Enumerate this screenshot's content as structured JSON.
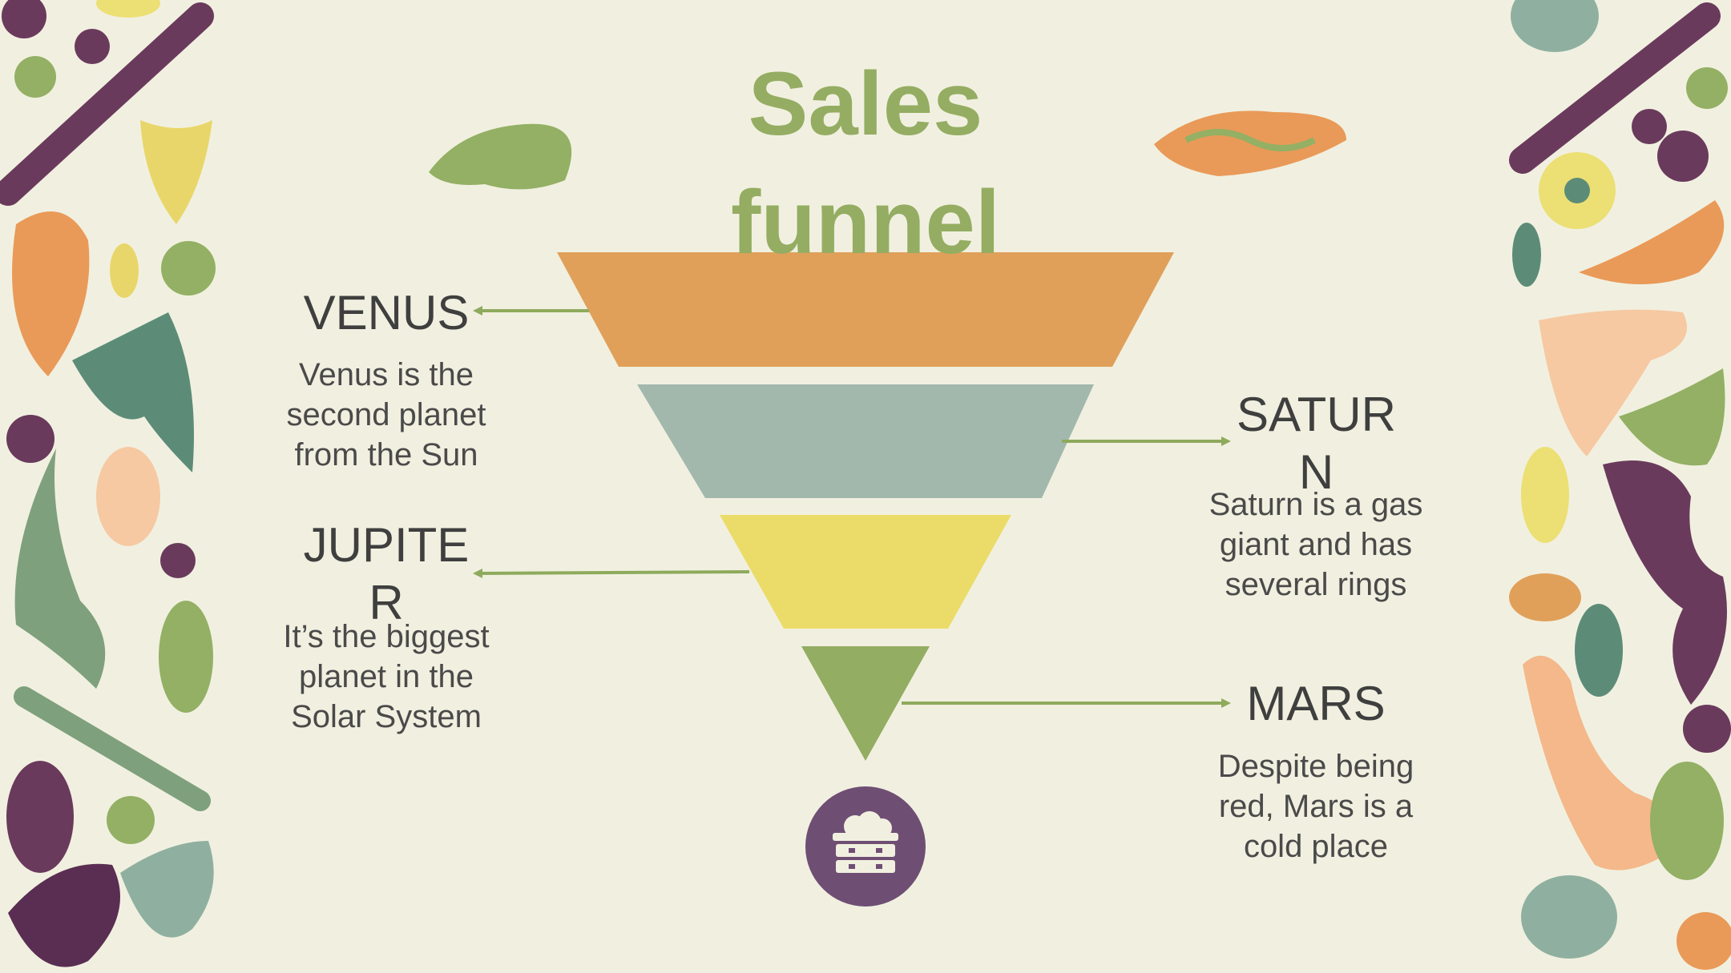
{
  "title": "Sales funnel",
  "colors": {
    "background": "#f1f0e0",
    "title": "#94ad62",
    "stage1": "#e0a05a",
    "stage2": "#a3b8ad",
    "stage3": "#ebdc6a",
    "stage4": "#93ad62",
    "connector": "#8eaa5c",
    "badge": "#6f4e74"
  },
  "stages": [
    {
      "name": "VENUS",
      "description": "Venus is the second planet from the Sun"
    },
    {
      "name": "SATURN",
      "description": "Saturn is a gas giant and has several rings"
    },
    {
      "name": "JUPITER",
      "description": "It’s the biggest planet in the Solar System"
    },
    {
      "name": "MARS",
      "description": "Despite being red, Mars is a cold place"
    }
  ],
  "badge_icon": "basket-icon"
}
